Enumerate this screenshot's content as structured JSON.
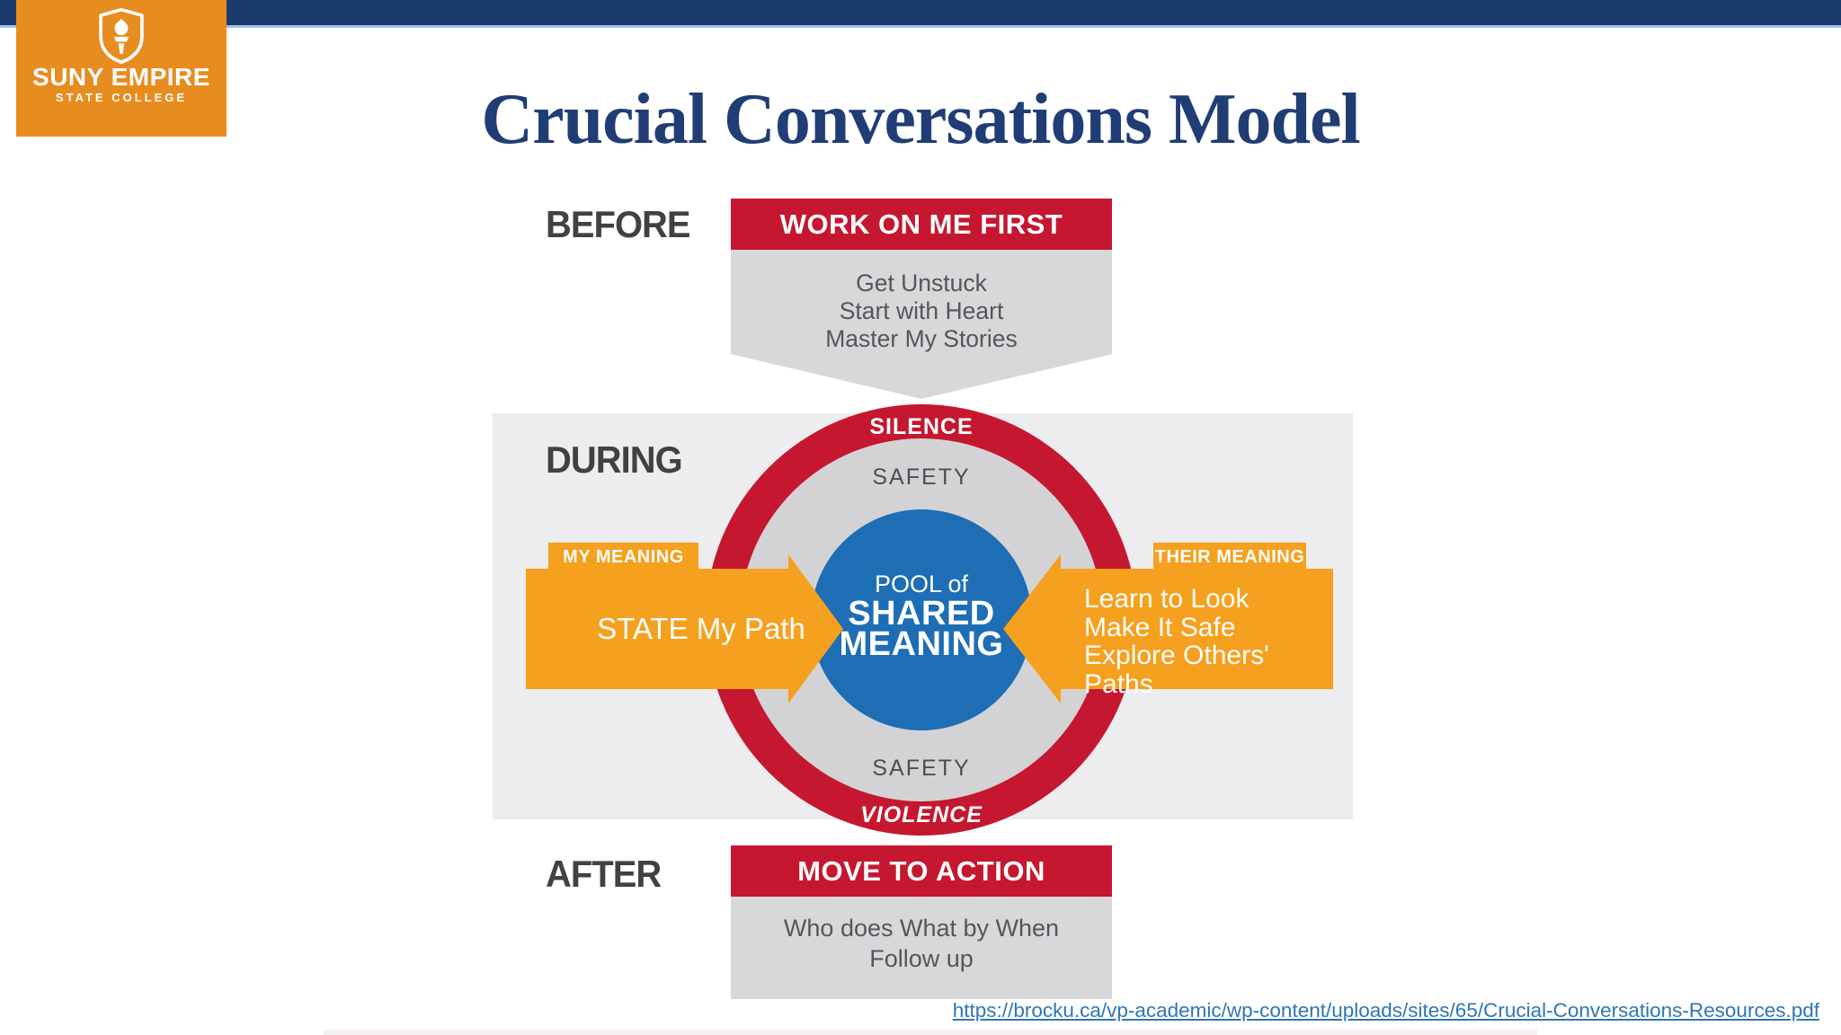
{
  "brand": {
    "name_line1": "SUNY EMPIRE",
    "name_line2": "STATE COLLEGE"
  },
  "page": {
    "title": "Crucial Conversations Model"
  },
  "phases": {
    "before": {
      "label": "BEFORE",
      "banner": "WORK ON ME FIRST",
      "items": [
        "Get Unstuck",
        "Start with Heart",
        "Master My Stories"
      ]
    },
    "during": {
      "label": "DURING"
    },
    "after": {
      "label": "AFTER",
      "banner": "MOVE TO ACTION",
      "items": [
        "Who does What by When",
        "Follow up"
      ]
    }
  },
  "diagram": {
    "ring_top_label": "SILENCE",
    "inner_top_label": "SAFETY",
    "inner_bottom_label": "SAFETY",
    "ring_bottom_label": "VIOLENCE",
    "pool_lines": [
      "POOL of",
      "SHARED",
      "MEANING"
    ],
    "left_arrow": {
      "tab": "MY MEANING",
      "text": "STATE My Path"
    },
    "right_arrow": {
      "tab": "THEIR MEANING",
      "items": [
        "Learn to Look",
        "Make It Safe",
        "Explore Others' Paths"
      ]
    }
  },
  "footer": {
    "link": "https://brocku.ca/vp-academic/wp-content/uploads/sites/65/Crucial-Conversations-Resources.pdf"
  },
  "colors": {
    "navy_bar": "#1c3b6d",
    "accent_light_blue": "#9dc3e6",
    "title_navy": "#203d76",
    "red": "#c51730",
    "arrow_orange": "#f5a01e",
    "logo_orange": "#e78c1f",
    "pool_blue": "#1d6eb4",
    "panel_gray": "#edecee",
    "box_gray": "#d8d8da",
    "ring_gray": "#d3d3d5",
    "label_gray": "#414042",
    "link_blue": "#2e75b6"
  }
}
